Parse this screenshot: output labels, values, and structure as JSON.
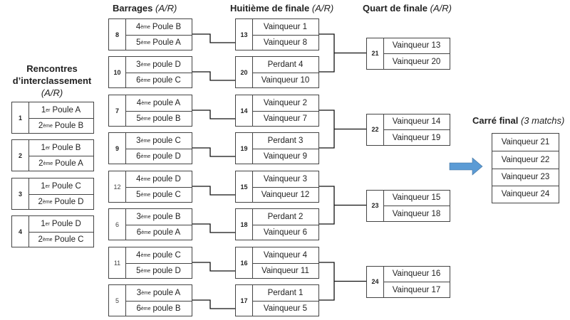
{
  "headers": {
    "interclassement": {
      "line1": "Rencontres",
      "line2": "d’interclassement",
      "line3": "(A/R)"
    },
    "barrages": {
      "title": "Barrages",
      "note": "(A/R)"
    },
    "huitieme": {
      "title": "Huitième de finale",
      "note": "(A/R)"
    },
    "quart": {
      "title": "Quart de finale",
      "note": "(A/R)"
    },
    "carre": {
      "title": "Carré final",
      "note": "(3 matchs)"
    }
  },
  "interclassement": [
    {
      "id": "1",
      "teams": [
        {
          "n": "1",
          "s": "er",
          "t": "Poule A"
        },
        {
          "n": "2",
          "s": "ème",
          "t": "Poule B"
        }
      ]
    },
    {
      "id": "2",
      "teams": [
        {
          "n": "1",
          "s": "er",
          "t": "Poule B"
        },
        {
          "n": "2",
          "s": "ème",
          "t": "Poule A"
        }
      ]
    },
    {
      "id": "3",
      "teams": [
        {
          "n": "1",
          "s": "er",
          "t": "Poule C"
        },
        {
          "n": "2",
          "s": "ème",
          "t": "Poule D"
        }
      ]
    },
    {
      "id": "4",
      "teams": [
        {
          "n": "1",
          "s": "er",
          "t": "Poule D"
        },
        {
          "n": "2",
          "s": "ème",
          "t": "Poule C"
        }
      ]
    }
  ],
  "barrages": [
    {
      "id": "8",
      "teams": [
        {
          "n": "4",
          "s": "ème",
          "t": "Poule B"
        },
        {
          "n": "5",
          "s": "ème",
          "t": "Poule A"
        }
      ]
    },
    {
      "id": "10",
      "teams": [
        {
          "n": "3",
          "s": "ème",
          "t": "poule D"
        },
        {
          "n": "6",
          "s": "ème",
          "t": "poule C"
        }
      ]
    },
    {
      "id": "7",
      "teams": [
        {
          "n": "4",
          "s": "ème",
          "t": "poule A"
        },
        {
          "n": "5",
          "s": "ème",
          "t": "poule B"
        }
      ]
    },
    {
      "id": "9",
      "teams": [
        {
          "n": "3",
          "s": "ème",
          "t": "poule C"
        },
        {
          "n": "6",
          "s": "ème",
          "t": "poule D"
        }
      ]
    },
    {
      "id": "12",
      "teams": [
        {
          "n": "4",
          "s": "ème",
          "t": "poule D"
        },
        {
          "n": "5",
          "s": "ème",
          "t": "poule C"
        }
      ]
    },
    {
      "id": "6",
      "teams": [
        {
          "n": "3",
          "s": "ème",
          "t": "poule B"
        },
        {
          "n": "6",
          "s": "ème",
          "t": "poule A"
        }
      ]
    },
    {
      "id": "11",
      "teams": [
        {
          "n": "4",
          "s": "ème",
          "t": "poule C"
        },
        {
          "n": "5",
          "s": "ème",
          "t": "poule D"
        }
      ]
    },
    {
      "id": "5",
      "teams": [
        {
          "n": "3",
          "s": "ème",
          "t": "poule A"
        },
        {
          "n": "6",
          "s": "ème",
          "t": "poule B"
        }
      ]
    }
  ],
  "huitieme": [
    {
      "id": "13",
      "teams": [
        "Vainqueur 1",
        "Vainqueur 8"
      ]
    },
    {
      "id": "20",
      "teams": [
        "Perdant 4",
        "Vainqueur 10"
      ]
    },
    {
      "id": "14",
      "teams": [
        "Vainqueur 2",
        "Vainqueur 7"
      ]
    },
    {
      "id": "19",
      "teams": [
        "Perdant 3",
        "Vainqueur 9"
      ]
    },
    {
      "id": "15",
      "teams": [
        "Vainqueur 3",
        "Vainqueur 12"
      ]
    },
    {
      "id": "18",
      "teams": [
        "Perdant 2",
        "Vainqueur 6"
      ]
    },
    {
      "id": "16",
      "teams": [
        "Vainqueur 4",
        "Vainqueur 11"
      ]
    },
    {
      "id": "17",
      "teams": [
        "Perdant 1",
        "Vainqueur 5"
      ]
    }
  ],
  "quart": [
    {
      "id": "21",
      "teams": [
        "Vainqueur 13",
        "Vainqueur 20"
      ]
    },
    {
      "id": "22",
      "teams": [
        "Vainqueur 14",
        "Vainqueur 19"
      ]
    },
    {
      "id": "23",
      "teams": [
        "Vainqueur 15",
        "Vainqueur 18"
      ]
    },
    {
      "id": "24",
      "teams": [
        "Vainqueur 16",
        "Vainqueur 17"
      ]
    }
  ],
  "carre": [
    "Vainqueur 21",
    "Vainqueur 22",
    "Vainqueur 23",
    "Vainqueur 24"
  ],
  "colors": {
    "arrow": "#5B9BD5",
    "border": "#444444"
  }
}
